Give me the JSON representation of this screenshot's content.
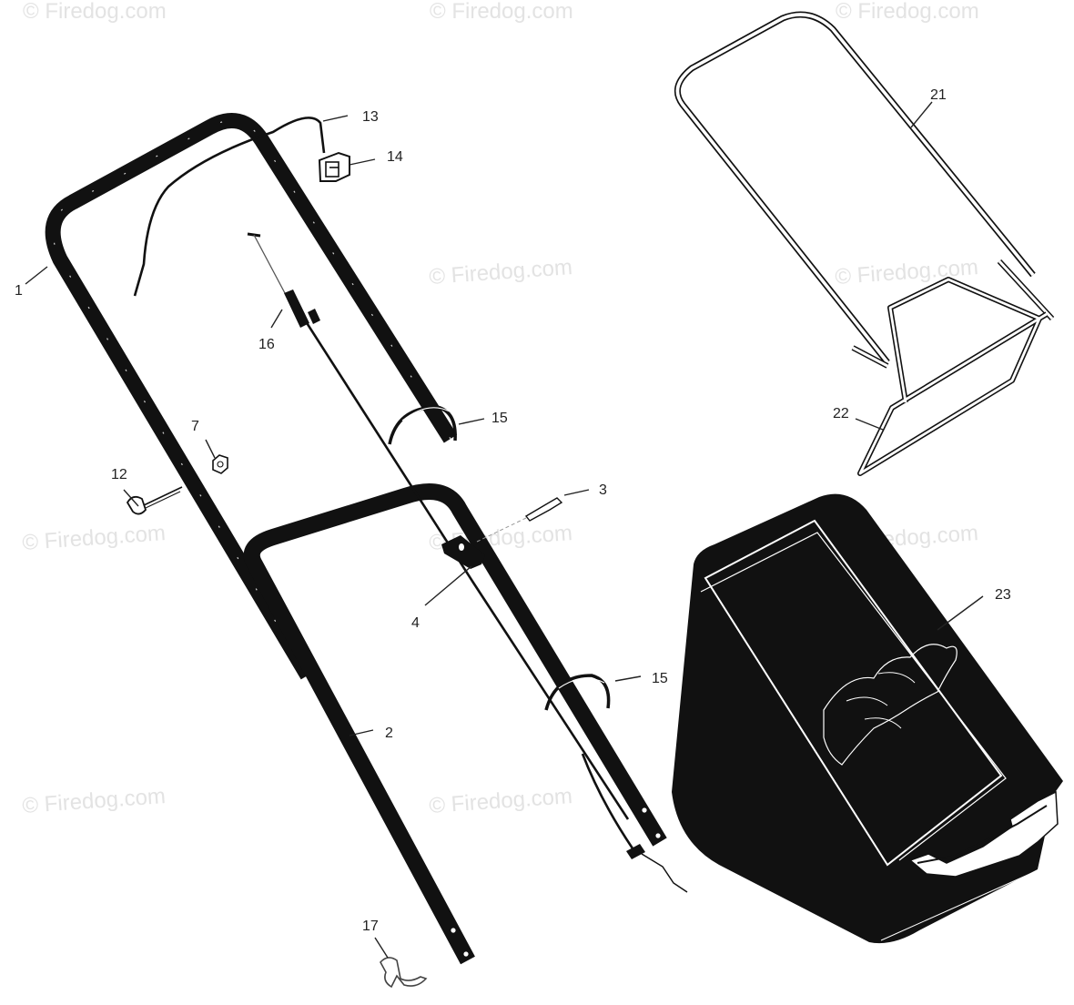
{
  "watermark": "© Firedog.com",
  "colors": {
    "ink": "#111111",
    "watermark": "#e3e3e3",
    "background": "#ffffff"
  },
  "callouts": [
    {
      "id": "1",
      "text": "1"
    },
    {
      "id": "2",
      "text": "2"
    },
    {
      "id": "3",
      "text": "3"
    },
    {
      "id": "4",
      "text": "4"
    },
    {
      "id": "7",
      "text": "7"
    },
    {
      "id": "12",
      "text": "12"
    },
    {
      "id": "13",
      "text": "13"
    },
    {
      "id": "14",
      "text": "14"
    },
    {
      "id": "15a",
      "text": "15"
    },
    {
      "id": "15b",
      "text": "15"
    },
    {
      "id": "16",
      "text": "16"
    },
    {
      "id": "17",
      "text": "17"
    },
    {
      "id": "21",
      "text": "21"
    },
    {
      "id": "22",
      "text": "22"
    },
    {
      "id": "23",
      "text": "23"
    }
  ]
}
